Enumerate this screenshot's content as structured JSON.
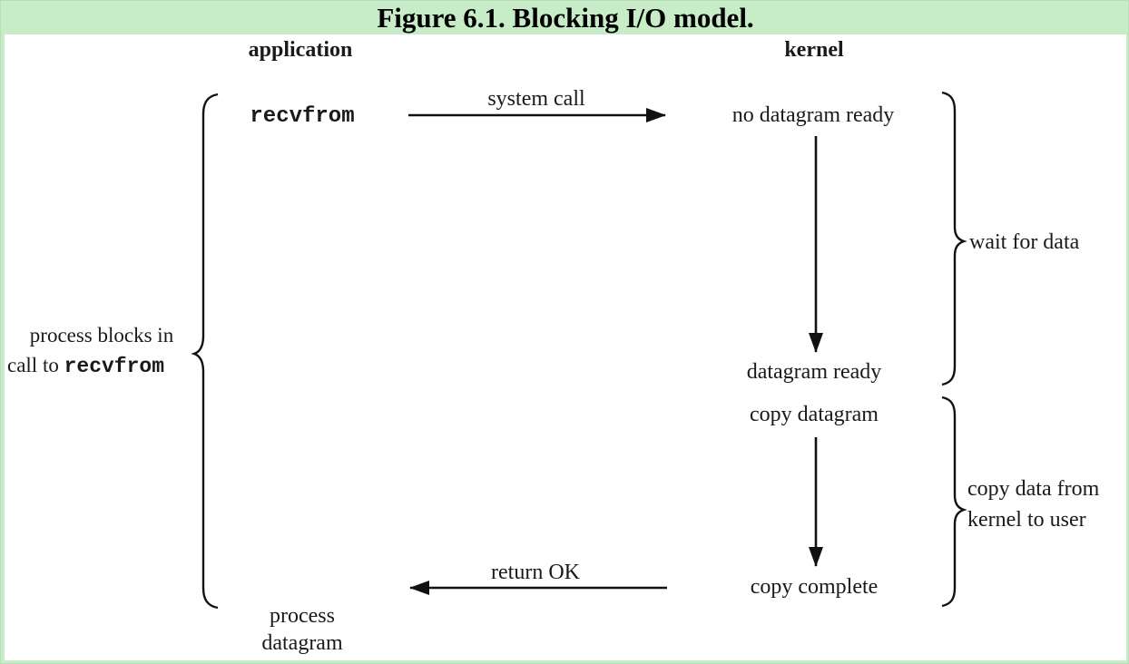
{
  "title": "Figure 6.1. Blocking I/O model.",
  "headers": {
    "application": "application",
    "kernel": "kernel"
  },
  "labels": {
    "recvfrom": "recvfrom",
    "system_call": "system call",
    "no_datagram_ready": "no datagram ready",
    "datagram_ready": "datagram ready",
    "copy_datagram": "copy datagram",
    "copy_complete": "copy complete",
    "return_ok": "return OK",
    "process_line1": "process",
    "process_line2": "datagram"
  },
  "brackets": {
    "blocks_line1": "process blocks in",
    "blocks_line2_prefix": "call to ",
    "blocks_line2_code": "recvfrom",
    "wait_for_data": "wait for data",
    "copy_line1": "copy data from",
    "copy_line2": "kernel to user"
  }
}
